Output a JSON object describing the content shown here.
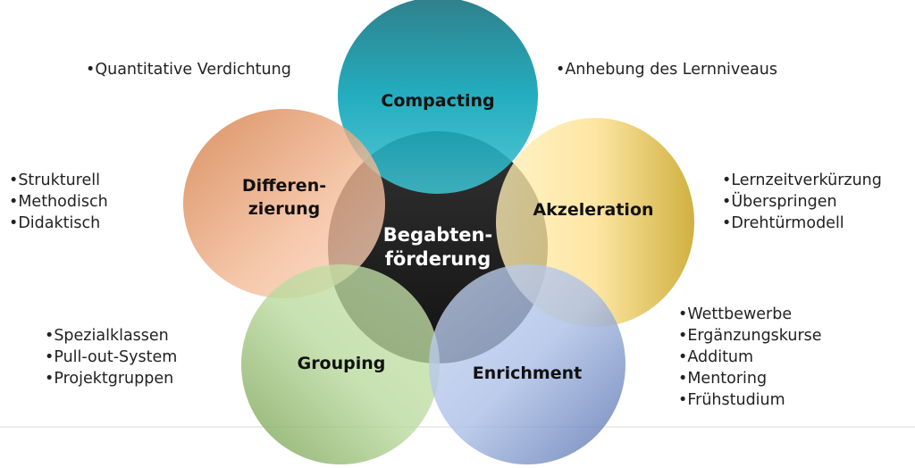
{
  "center": {
    "line1": "Begabten-",
    "line2": "förderung"
  },
  "circles": {
    "compacting": {
      "label": "Compacting",
      "color": "#0a9fb3"
    },
    "differenzierung": {
      "line1": "Differen-",
      "line2": "zierung",
      "color": "#e39360"
    },
    "akzeleration": {
      "label": "Akzeleration",
      "color": "#f0cc5a"
    },
    "grouping": {
      "label": "Grouping",
      "color": "#8fbd66"
    },
    "enrichment": {
      "label": "Enrichment",
      "color": "#8aa4d6"
    }
  },
  "lists": {
    "compacting": [
      "Quantitative Verdichtung"
    ],
    "akzeleration_top": [
      "Anhebung des Lernniveaus"
    ],
    "differenzierung": [
      "Strukturell",
      "Methodisch",
      "Didaktisch"
    ],
    "akzeleration": [
      "Lernzeitverkürzung",
      "Überspringen",
      "Drehtürmodell"
    ],
    "grouping": [
      "Spezialklassen",
      "Pull-out-System",
      "Projektgruppen"
    ],
    "enrichment": [
      "Wettbewerbe",
      "Ergänzungskurse",
      "Additum",
      "Mentoring",
      "Frühstudium"
    ]
  }
}
